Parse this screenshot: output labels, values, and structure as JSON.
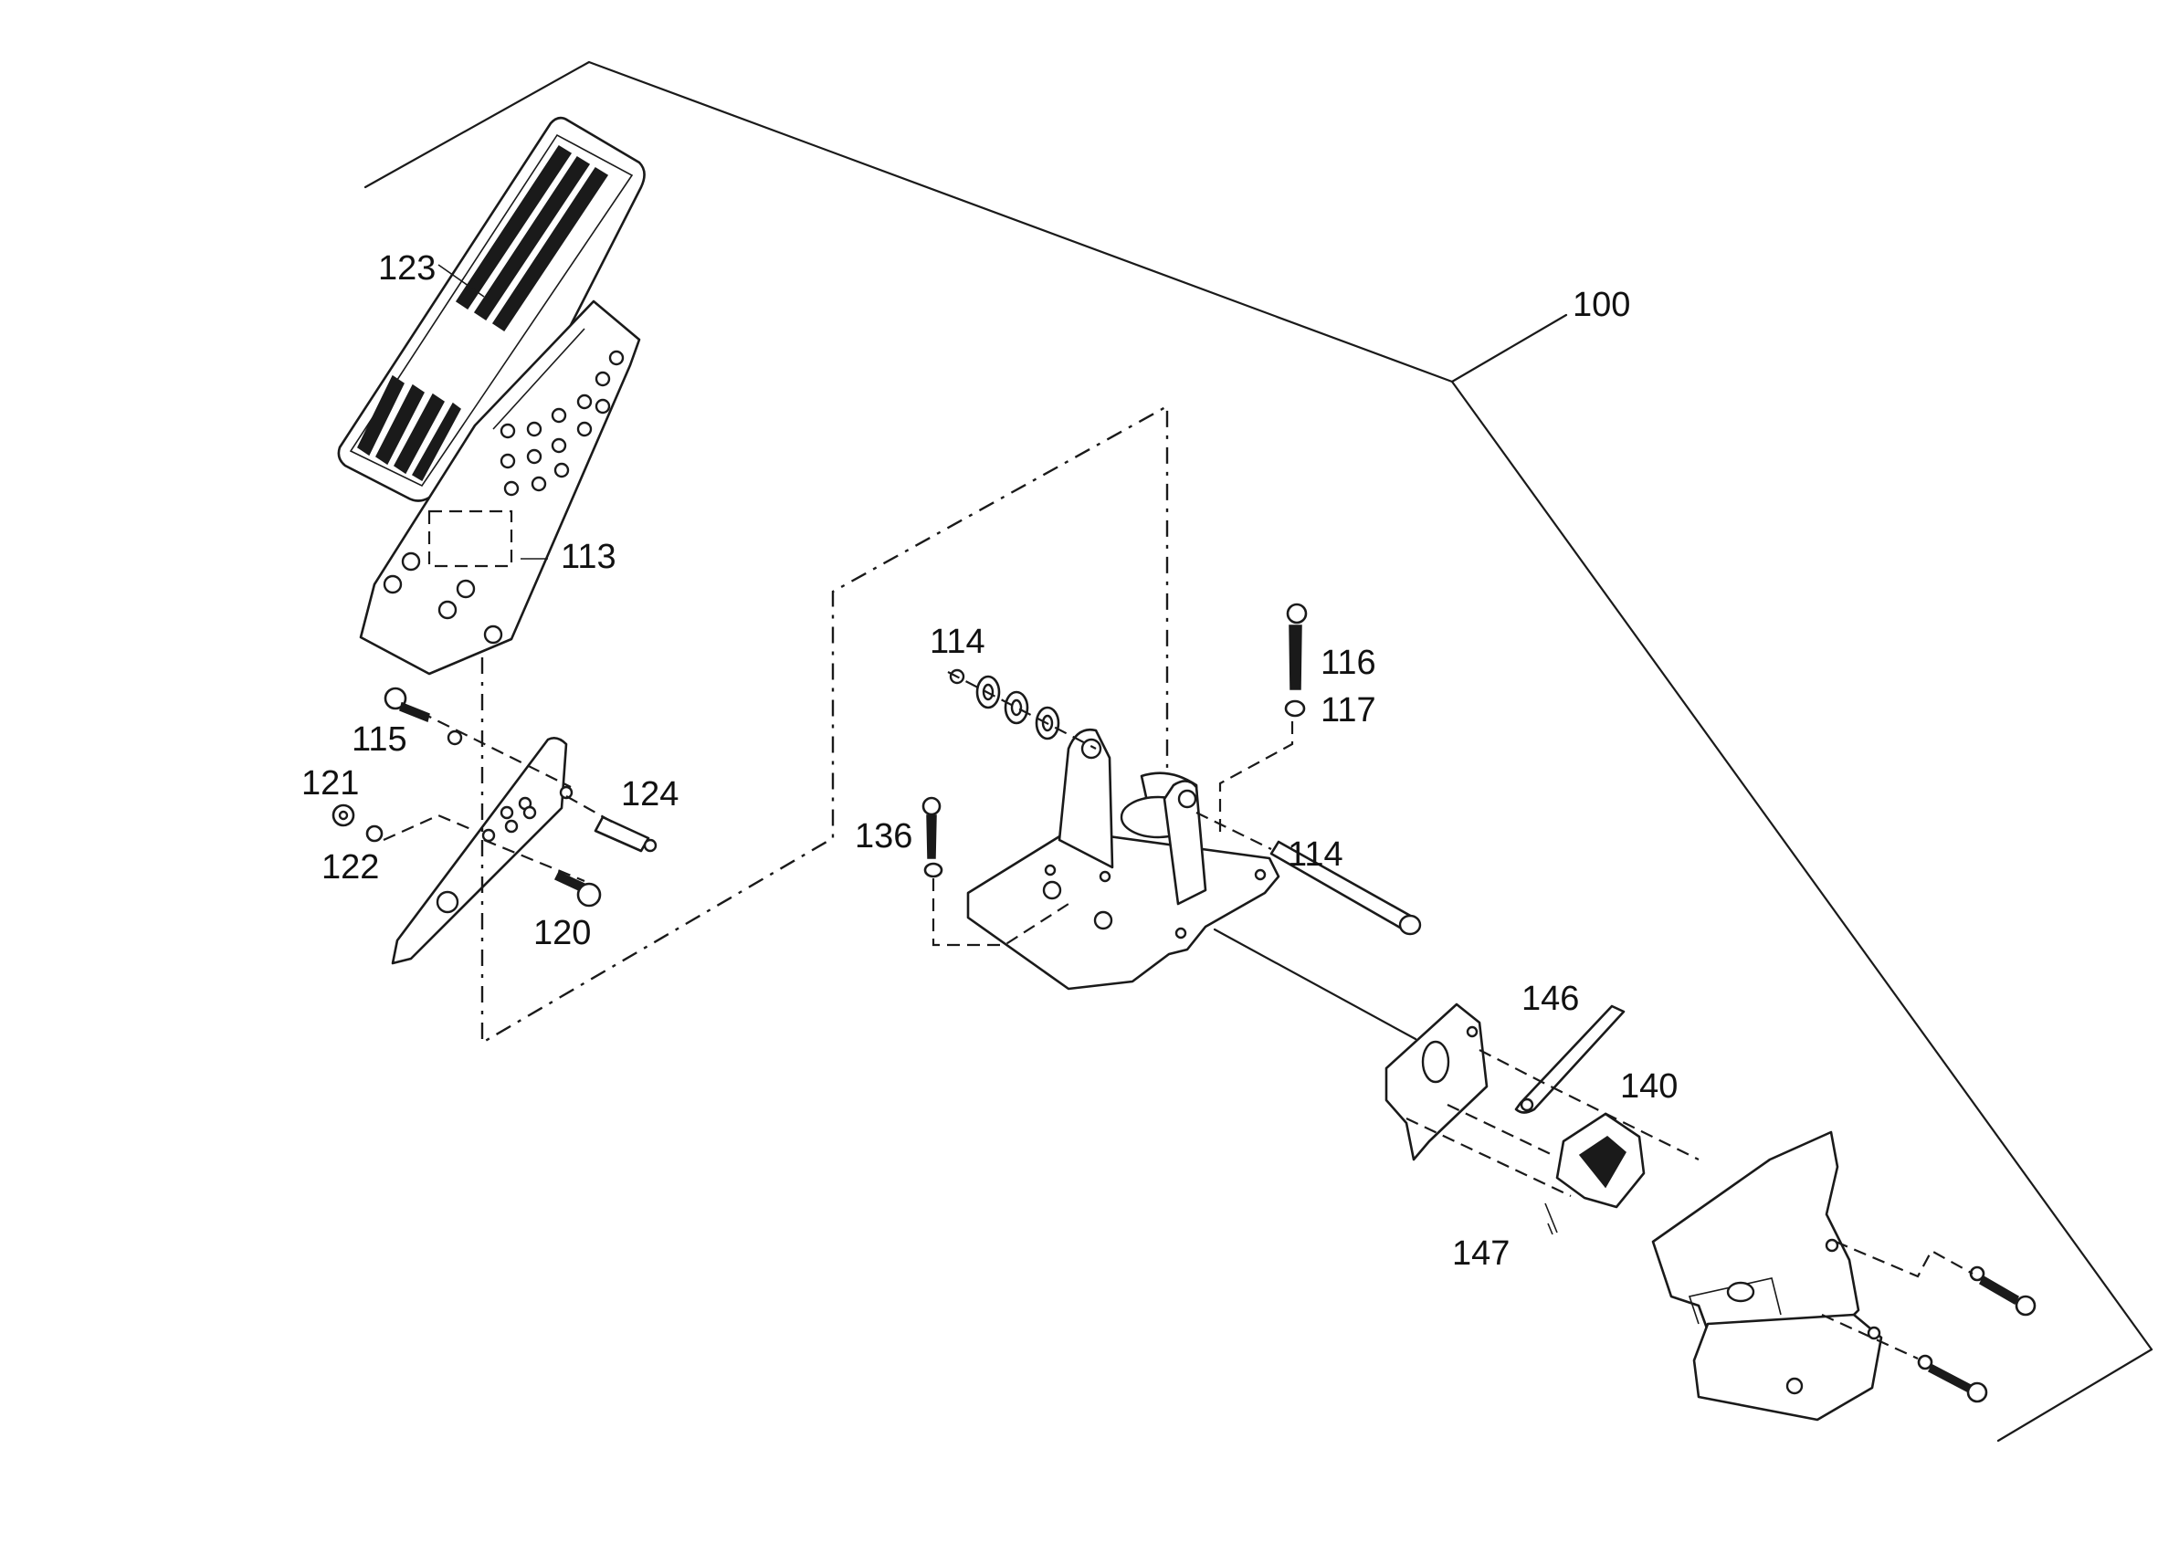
{
  "figure": {
    "labels": [
      {
        "id": "lbl-100",
        "text": "100"
      },
      {
        "id": "lbl-123",
        "text": "123"
      },
      {
        "id": "lbl-113",
        "text": "113"
      },
      {
        "id": "lbl-115",
        "text": "115"
      },
      {
        "id": "lbl-121",
        "text": "121"
      },
      {
        "id": "lbl-122",
        "text": "122"
      },
      {
        "id": "lbl-124",
        "text": "124"
      },
      {
        "id": "lbl-120",
        "text": "120"
      },
      {
        "id": "lbl-114a",
        "text": "114"
      },
      {
        "id": "lbl-116",
        "text": "116"
      },
      {
        "id": "lbl-117",
        "text": "117"
      },
      {
        "id": "lbl-136",
        "text": "136"
      },
      {
        "id": "lbl-114b",
        "text": "114"
      },
      {
        "id": "lbl-146",
        "text": "146"
      },
      {
        "id": "lbl-140",
        "text": "140"
      },
      {
        "id": "lbl-147",
        "text": "147"
      }
    ]
  }
}
